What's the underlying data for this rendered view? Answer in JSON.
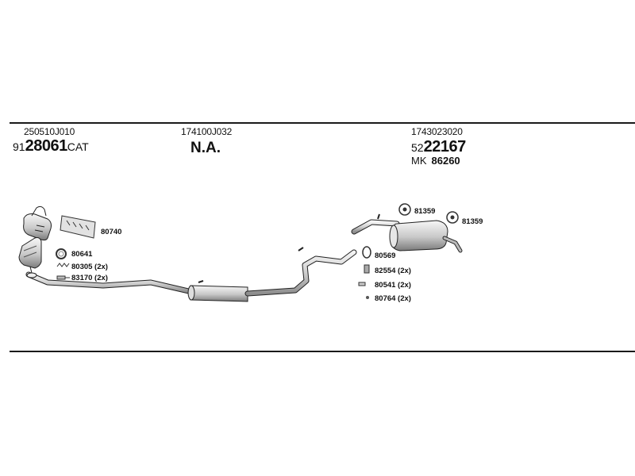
{
  "header": {
    "col1": {
      "oem": "250510J010",
      "prefix": "91",
      "code": "28061",
      "suffix": "CAT"
    },
    "col2": {
      "oem": "174100J032",
      "na": "N.A."
    },
    "col3": {
      "oem": "1743023020",
      "prefix": "52",
      "code": "22167",
      "mk_prefix": "MK",
      "mk_code": "86260"
    }
  },
  "parts": {
    "p80740": "80740",
    "p80641": "80641",
    "p80305": "80305 (2x)",
    "p83170": "83170 (2x)",
    "p81359a": "81359",
    "p81359b": "81359",
    "p80569": "80569",
    "p82554": "82554 (2x)",
    "p80541": "80541 (2x)",
    "p80764": "80764 (2x)"
  },
  "icons": {
    "catalytic_converter": "catalytic-converter-icon",
    "gasket": "gasket-icon",
    "ring_seal": "ring-seal-icon",
    "spring": "spring-icon",
    "clamp": "clamp-icon",
    "middle_silencer": "middle-silencer-icon",
    "rear_silencer": "rear-silencer-icon",
    "rubber_mount": "rubber-mount-icon",
    "hanger": "hanger-icon",
    "bolt": "bolt-icon",
    "nut": "nut-icon"
  }
}
